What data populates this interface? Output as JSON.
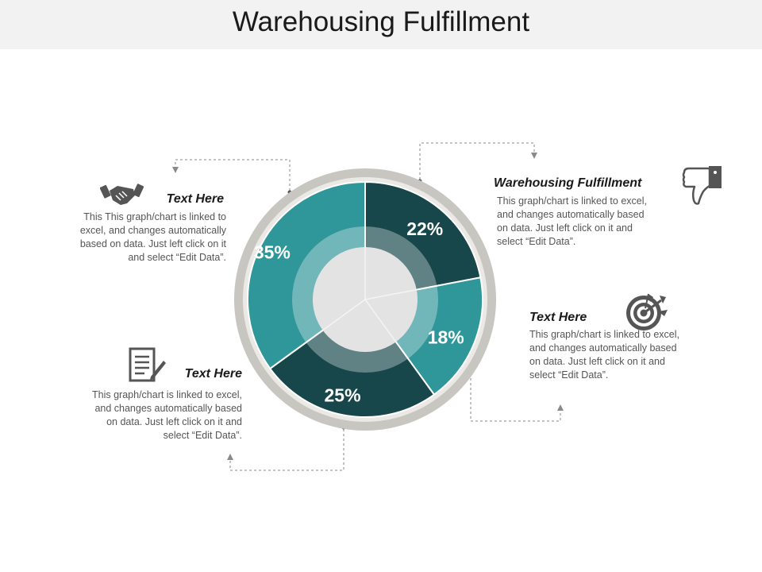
{
  "title": "Warehousing Fulfillment",
  "colors": {
    "dark_teal": "#17474a",
    "teal": "#2f9699",
    "ring_gray": "#c8c6c1",
    "inner_disc": "#e3e3e3",
    "text_gray": "#555555"
  },
  "chart_data": {
    "type": "pie",
    "variant": "donut",
    "slices": [
      {
        "label": "22%",
        "value": 22,
        "color": "#17474a"
      },
      {
        "label": "18%",
        "value": 18,
        "color": "#2f9699"
      },
      {
        "label": "25%",
        "value": 25,
        "color": "#17474a"
      },
      {
        "label": "35%",
        "value": 35,
        "color": "#2f9699"
      }
    ]
  },
  "blocks": {
    "top_left": {
      "heading": "Text Here",
      "body_lines": [
        "This This graph/chart is linked to",
        "excel, and changes automatically",
        "based on data. Just left click on it",
        "and select “Edit Data”."
      ],
      "icon": "handshake-icon"
    },
    "bottom_left": {
      "heading": "Text Here",
      "body_lines": [
        "This graph/chart is linked to excel,",
        "and changes automatically based",
        "on data. Just left click on it and",
        "select “Edit Data”."
      ],
      "icon": "document-pen-icon"
    },
    "top_right": {
      "heading": "Warehousing Fulfillment",
      "body_lines": [
        "This graph/chart is linked to excel,",
        "and changes automatically based",
        "on data. Just left click on it and",
        "select “Edit Data”."
      ],
      "icon": "thumbs-down-icon"
    },
    "bottom_right": {
      "heading": "Text Here",
      "body_lines": [
        "This graph/chart is linked to excel,",
        "and changes automatically based",
        "on data. Just left click on it and",
        "select “Edit Data”."
      ],
      "icon": "target-icon"
    }
  }
}
